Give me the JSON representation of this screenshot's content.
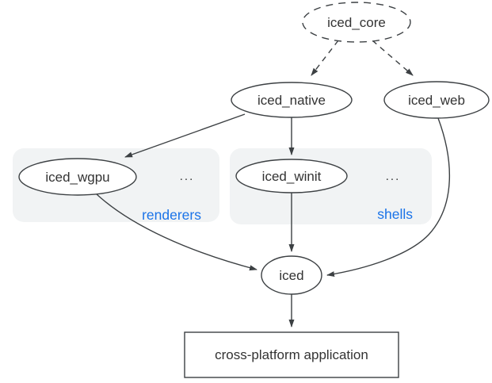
{
  "diagram": {
    "nodes": {
      "iced_core": {
        "label": "iced_core"
      },
      "iced_native": {
        "label": "iced_native"
      },
      "iced_web": {
        "label": "iced_web"
      },
      "iced_wgpu": {
        "label": "iced_wgpu"
      },
      "iced_winit": {
        "label": "iced_winit"
      },
      "iced": {
        "label": "iced"
      },
      "application": {
        "label": "cross-platform application"
      }
    },
    "groups": {
      "renderers": {
        "label": "renderers",
        "ellipsis": "..."
      },
      "shells": {
        "label": "shells",
        "ellipsis": "..."
      }
    },
    "colors": {
      "stroke": "#3c4043",
      "text": "#333333",
      "accent_blue": "#1a73e8",
      "group_fill": "#f1f3f4",
      "background": "#ffffff"
    }
  }
}
